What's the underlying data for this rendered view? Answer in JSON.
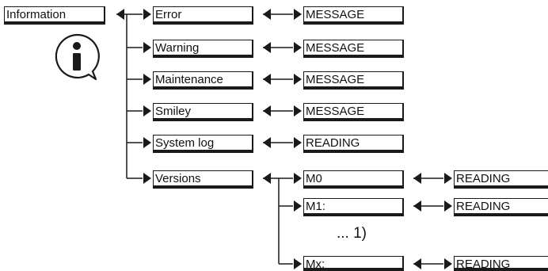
{
  "root": {
    "label": "Information",
    "icon": "info-icon"
  },
  "menu": [
    {
      "label": "Error",
      "target": "MESSAGE"
    },
    {
      "label": "Warning",
      "target": "MESSAGE"
    },
    {
      "label": "Maintenance",
      "target": "MESSAGE"
    },
    {
      "label": "Smiley",
      "target": "MESSAGE"
    },
    {
      "label": "System log",
      "target": "READING"
    },
    {
      "label": "Versions"
    }
  ],
  "versions": [
    {
      "label": "M0",
      "target": "READING"
    },
    {
      "label": "M1:",
      "target": "READING"
    },
    {
      "label": "Mx:",
      "target": "READING"
    }
  ],
  "ellipsis_note": "... 1)",
  "colors": {
    "line": "#1a1a1a",
    "background": "#ffffff"
  }
}
